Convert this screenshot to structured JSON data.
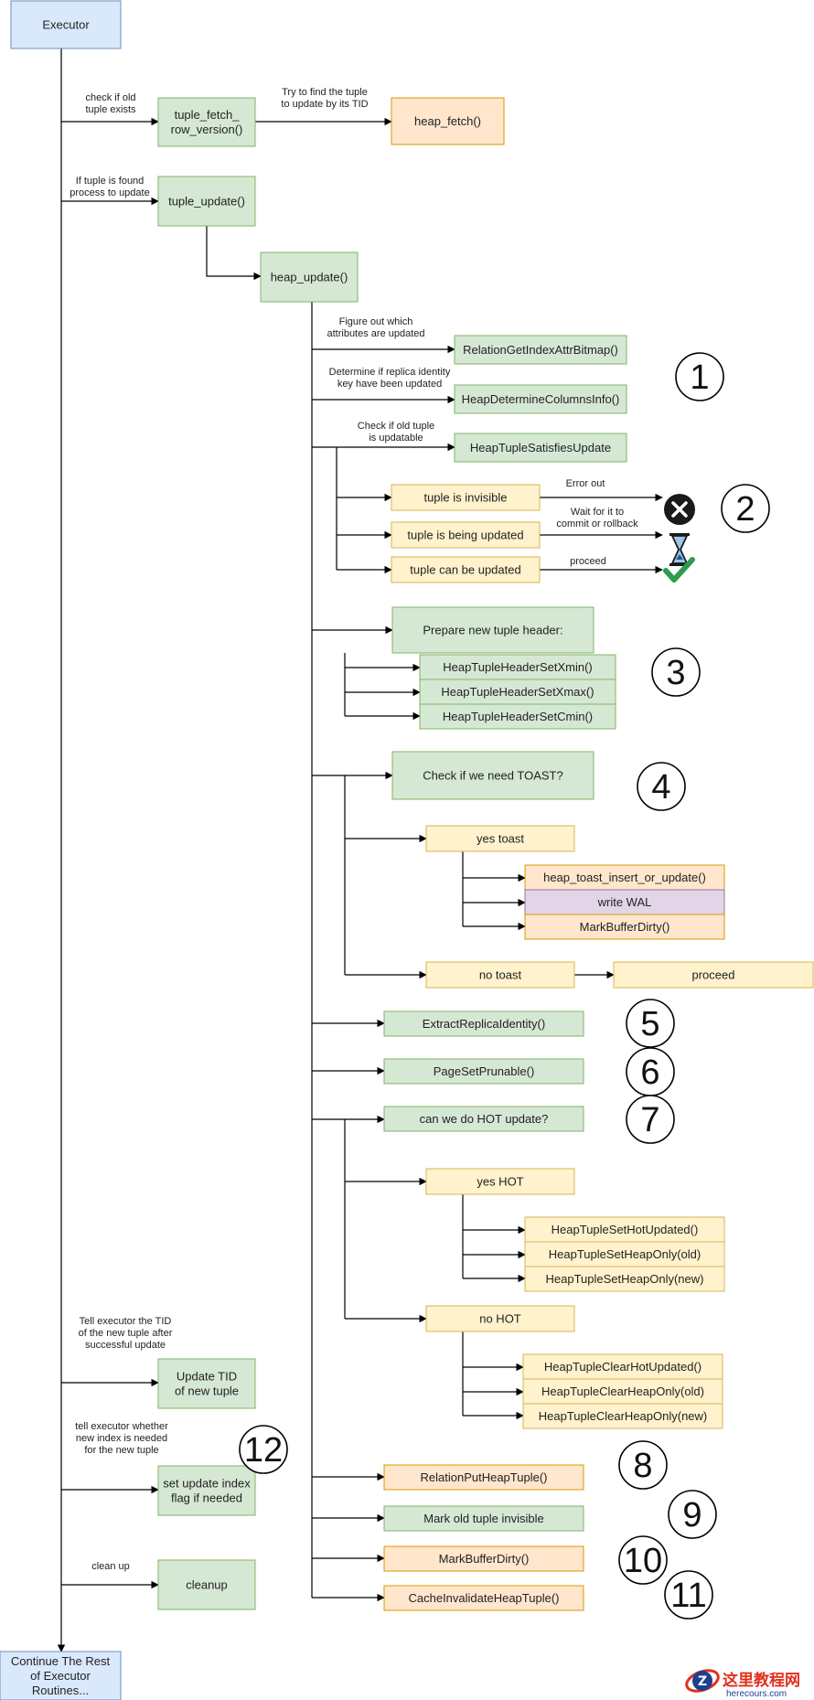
{
  "colors": {
    "blue_fill": "#dae8fc",
    "blue_stroke": "#6c8ebf",
    "green_fill": "#d5e8d4",
    "green_stroke": "#82b366",
    "orange_fill": "#ffe6cc",
    "orange_stroke": "#d79b00",
    "yellow_fill": "#fff2cc",
    "yellow_stroke": "#d6b656",
    "purple_fill": "#e1d5e7",
    "purple_stroke": "#9673a6"
  },
  "nodes": {
    "executor": "Executor",
    "tuple_fetch": "tuple_fetch_\nrow_version()",
    "heap_fetch": "heap_fetch()",
    "tuple_update": "tuple_update()",
    "heap_update": "heap_update()",
    "relation_get_index": "RelationGetIndexAttrBitmap()",
    "heap_determine": "HeapDetermineColumnsInfo()",
    "heap_satisfies": "HeapTupleSatisfiesUpdate",
    "tuple_invisible": "tuple is invisible",
    "tuple_being_updated": "tuple is being updated",
    "tuple_can_update": "tuple can be updated",
    "prepare_header": "Prepare new tuple header:",
    "set_xmin": "HeapTupleHeaderSetXmin()",
    "set_xmax": "HeapTupleHeaderSetXmax()",
    "set_cmin": "HeapTupleHeaderSetCmin()",
    "check_toast": "Check if we need TOAST?",
    "yes_toast": "yes toast",
    "toast_insert": "heap_toast_insert_or_update()",
    "write_wal": "write WAL",
    "mark_dirty_toast": "MarkBufferDirty()",
    "no_toast": "no toast",
    "proceed_box": "proceed",
    "extract_replica": "ExtractReplicaIdentity()",
    "page_prunable": "PageSetPrunable()",
    "hot_question": "can we do HOT update?",
    "yes_hot": "yes HOT",
    "set_hot_updated": "HeapTupleSetHotUpdated()",
    "set_heap_only_old": "HeapTupleSetHeapOnly(old)",
    "set_heap_only_new": "HeapTupleSetHeapOnly(new)",
    "no_hot": "no HOT",
    "clear_hot_updated": "HeapTupleClearHotUpdated()",
    "clear_heap_only_old": "HeapTupleClearHeapOnly(old)",
    "clear_heap_only_new": "HeapTupleClearHeapOnly(new)",
    "update_tid": "Update TID\nof new tuple",
    "set_update_index": "set update index\nflag if needed",
    "cleanup": "cleanup",
    "relation_put": "RelationPutHeapTuple()",
    "mark_old_invisible": "Mark old tuple invisible",
    "mark_buffer_dirty": "MarkBufferDirty()",
    "cache_invalidate": "CacheInvalidateHeapTuple()",
    "continue_rest": "Continue The Rest\nof Executor\nRoutines..."
  },
  "edge_labels": {
    "check_old": "check if old\ntuple exists",
    "try_find": "Try to find the tuple\nto update by its TID",
    "if_found": "If tuple is found\nprocess to update",
    "figure_out": "Figure out which\nattributes are updated",
    "determine_replica": "Determine if replica identity\nkey have been updated",
    "check_updatable": "Check if old tuple\nis updatable",
    "error_out": "Error out",
    "wait_commit": "Wait for it to\ncommit or rollback",
    "proceed": "proceed",
    "tell_tid": "Tell executor the TID\nof the new tuple after\nsuccessful update",
    "tell_index": "tell executor whether\nnew index is needed\nfor the new tuple",
    "clean_up": "clean up"
  },
  "step_numbers": [
    "1",
    "2",
    "3",
    "4",
    "5",
    "6",
    "7",
    "8",
    "9",
    "10",
    "11",
    "12"
  ],
  "icons": [
    "error-x-icon",
    "hourglass-icon",
    "check-mark-icon",
    "watermark-logo-icon"
  ],
  "watermark": {
    "title": "这里教程网",
    "url": "herecours.com"
  }
}
